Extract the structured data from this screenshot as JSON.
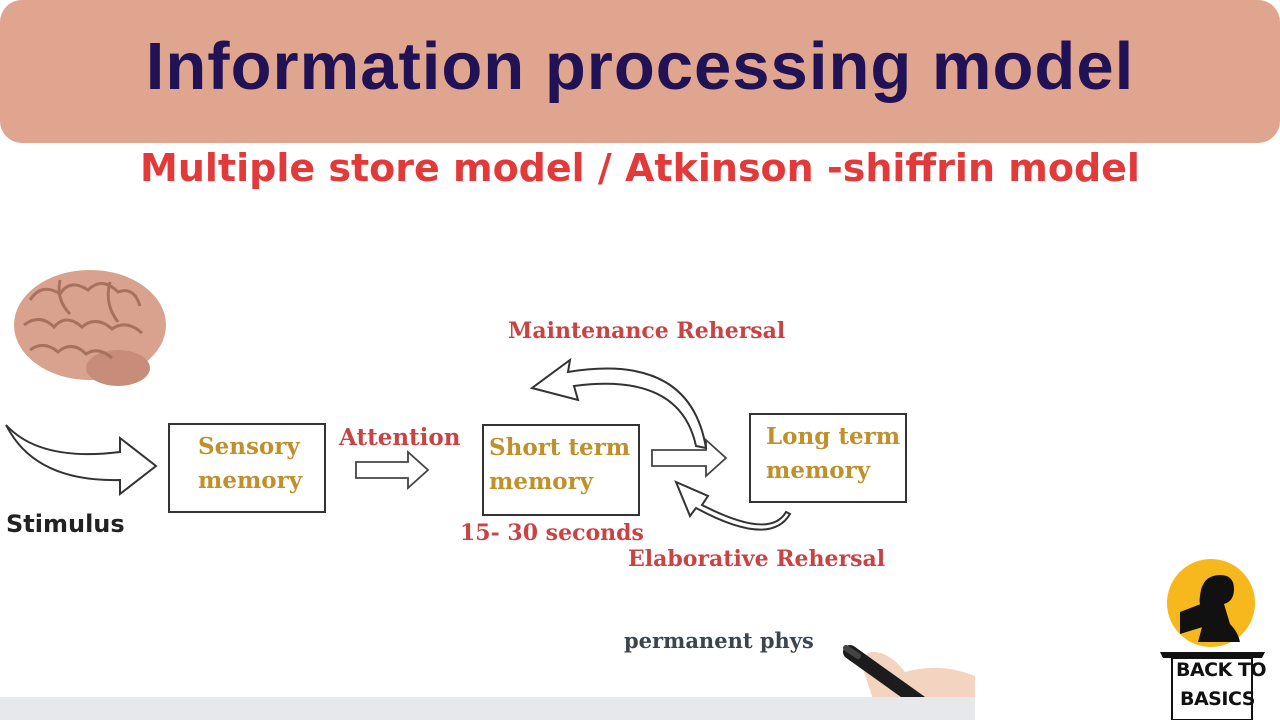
{
  "header": {
    "title": "Information processing model",
    "subtitle": "Multiple store model / Atkinson -shiffrin model"
  },
  "diagram": {
    "stimulus": "Stimulus",
    "attention": "Attention",
    "sensory_memory": "Sensory\nmemory",
    "short_term_memory": "Short term\nmemory",
    "long_term_memory": "Long term\nmemory",
    "duration": "15- 30 seconds",
    "maintenance_rehearsal": "Maintenance Rehersal",
    "elaborative_rehearsal": "Elaborative Rehersal",
    "handwriting": "permanent phys"
  },
  "logo": {
    "line1": "BACK TO",
    "line2": "BASICS"
  },
  "colors": {
    "banner": "#e0a58f",
    "title": "#211256",
    "subtitle": "#e23a3a",
    "box_text": "#c0902a",
    "annotation": "#c84444"
  }
}
